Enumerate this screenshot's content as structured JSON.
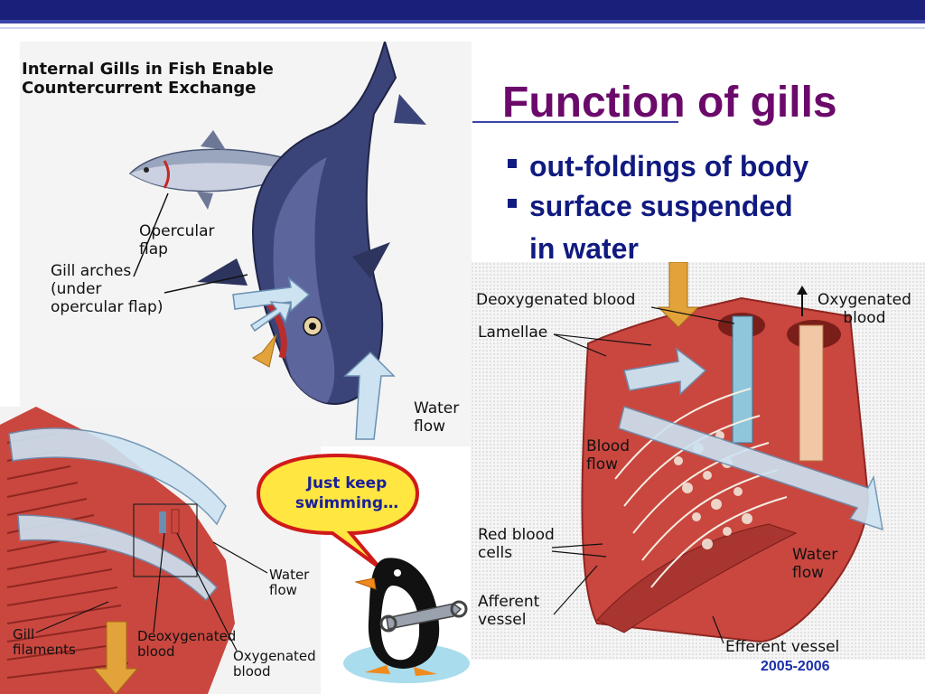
{
  "slide": {
    "title": "Function of gills",
    "bullets": [
      "out-foldings of body",
      "surface suspended"
    ],
    "bullet_continuation": "in water",
    "footer_year": "2005-2006"
  },
  "fish_figure": {
    "heading_line1": "Internal Gills in Fish Enable",
    "heading_line2": "Countercurrent Exchange",
    "opercular_flap_line1": "Opercular",
    "opercular_flap_line2": "flap",
    "gill_arches_line1": "Gill arches",
    "gill_arches_line2": "(under",
    "gill_arches_line3": "opercular flap)",
    "water_flow_line1": "Water",
    "water_flow_line2": "flow"
  },
  "gill_figure": {
    "water_flow_line1": "Water",
    "water_flow_line2": "flow",
    "gill_filaments_line1": "Gill",
    "gill_filaments_line2": "filaments",
    "deoxygenated_line1": "Deoxygenated",
    "deoxygenated_line2": "blood",
    "oxygenated_line1": "Oxygenated",
    "oxygenated_line2": "blood"
  },
  "lamellae_figure": {
    "deoxygenated": "Deoxygenated blood",
    "oxygenated_line1": "Oxygenated",
    "oxygenated_line2": "blood",
    "lamellae": "Lamellae",
    "blood_flow_line1": "Blood",
    "blood_flow_line2": "flow",
    "red_blood_cells_line1": "Red blood",
    "red_blood_cells_line2": "cells",
    "water_flow_line1": "Water",
    "water_flow_line2": "flow",
    "afferent_line1": "Afferent",
    "afferent_line2": "vessel",
    "efferent": "Efferent vessel"
  },
  "cartoon": {
    "speech_line1": "Just keep",
    "speech_line2": "swimming…"
  },
  "colors": {
    "title": "#6b0a6b",
    "bullets": "#101a80",
    "top_bar": "#1a1f7a",
    "tissue_red": "#c9473f",
    "water_arrow": "#cde3f2"
  }
}
